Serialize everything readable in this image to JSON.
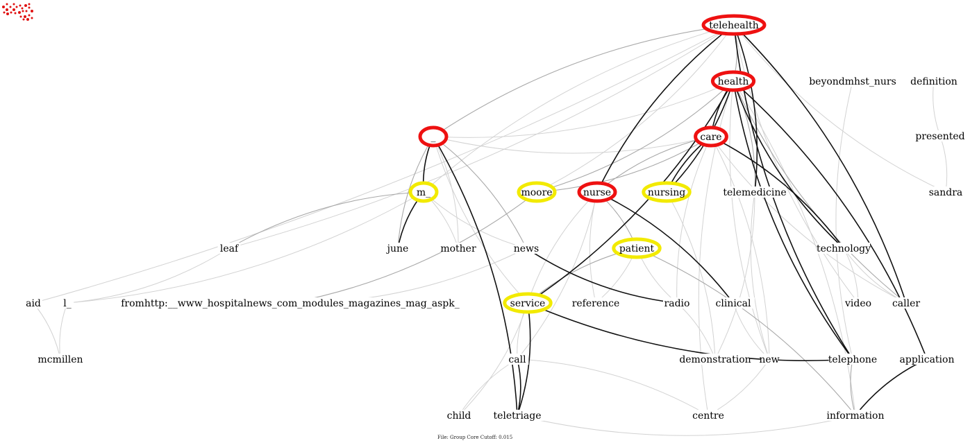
{
  "footer": "File: Group Core    Cutoff: 0.015",
  "colors": {
    "red": "#ee1111",
    "yellow": "#f2ea00",
    "edge_light": "#d2d2d2",
    "edge_mid": "#a8a8a8",
    "edge_dark": "#111111"
  },
  "nodes": [
    {
      "id": "telehealth",
      "label": "telehealth",
      "ring": "red"
    },
    {
      "id": "health",
      "label": "health",
      "ring": "red"
    },
    {
      "id": "beyond",
      "label": "beyondmhst_nurs",
      "ring": ""
    },
    {
      "id": "definition",
      "label": "definition",
      "ring": ""
    },
    {
      "id": "underscore",
      "label": "_",
      "ring": "red"
    },
    {
      "id": "care",
      "label": "care",
      "ring": "red"
    },
    {
      "id": "presented",
      "label": "presented",
      "ring": ""
    },
    {
      "id": "m_",
      "label": "m_",
      "ring": "yellow"
    },
    {
      "id": "moore",
      "label": "moore",
      "ring": "yellow"
    },
    {
      "id": "nurse",
      "label": "nurse",
      "ring": "red"
    },
    {
      "id": "nursing",
      "label": "nursing",
      "ring": "yellow"
    },
    {
      "id": "telemedicine",
      "label": "telemedicine",
      "ring": ""
    },
    {
      "id": "sandra",
      "label": "sandra",
      "ring": ""
    },
    {
      "id": "leaf",
      "label": "leaf",
      "ring": ""
    },
    {
      "id": "june",
      "label": "june",
      "ring": ""
    },
    {
      "id": "mother",
      "label": "mother",
      "ring": ""
    },
    {
      "id": "news",
      "label": "news",
      "ring": ""
    },
    {
      "id": "patient",
      "label": "patient",
      "ring": "yellow"
    },
    {
      "id": "technology",
      "label": "technology",
      "ring": ""
    },
    {
      "id": "aid",
      "label": "aid",
      "ring": ""
    },
    {
      "id": "l_",
      "label": "l_",
      "ring": ""
    },
    {
      "id": "fromhttp",
      "label": "fromhttp:__www_hospitalnews_com_modules_magazines_mag_aspk_",
      "ring": ""
    },
    {
      "id": "service",
      "label": "service",
      "ring": "yellow"
    },
    {
      "id": "reference",
      "label": "reference",
      "ring": ""
    },
    {
      "id": "radio",
      "label": "radio",
      "ring": ""
    },
    {
      "id": "clinical",
      "label": "clinical",
      "ring": ""
    },
    {
      "id": "video",
      "label": "video",
      "ring": ""
    },
    {
      "id": "caller",
      "label": "caller",
      "ring": ""
    },
    {
      "id": "mcmillen",
      "label": "mcmillen",
      "ring": ""
    },
    {
      "id": "call",
      "label": "call",
      "ring": ""
    },
    {
      "id": "demonstration",
      "label": "demonstration",
      "ring": ""
    },
    {
      "id": "new",
      "label": "new",
      "ring": ""
    },
    {
      "id": "telephone",
      "label": "telephone",
      "ring": ""
    },
    {
      "id": "application",
      "label": "application",
      "ring": ""
    },
    {
      "id": "child",
      "label": "child",
      "ring": ""
    },
    {
      "id": "teletriage",
      "label": "teletriage",
      "ring": ""
    },
    {
      "id": "centre",
      "label": "centre",
      "ring": ""
    },
    {
      "id": "information",
      "label": "information",
      "ring": ""
    }
  ],
  "edges": [
    {
      "from": "telehealth",
      "to": "health",
      "weight": "mid"
    },
    {
      "from": "telehealth",
      "to": "underscore",
      "weight": "mid"
    },
    {
      "from": "telehealth",
      "to": "nurse",
      "weight": "dark"
    },
    {
      "from": "telehealth",
      "to": "telemedicine",
      "weight": "dark"
    },
    {
      "from": "telehealth",
      "to": "telephone",
      "weight": "dark"
    },
    {
      "from": "telehealth",
      "to": "caller",
      "weight": "dark"
    },
    {
      "from": "telehealth",
      "to": "moore",
      "weight": "light"
    },
    {
      "from": "telehealth",
      "to": "m_",
      "weight": "light"
    },
    {
      "from": "telehealth",
      "to": "leaf",
      "weight": "light"
    },
    {
      "from": "telehealth",
      "to": "sandra",
      "weight": "light"
    },
    {
      "from": "telehealth",
      "to": "aid",
      "weight": "light"
    },
    {
      "from": "telehealth",
      "to": "video",
      "weight": "light"
    },
    {
      "from": "health",
      "to": "care",
      "weight": "dark"
    },
    {
      "from": "health",
      "to": "service",
      "weight": "dark"
    },
    {
      "from": "health",
      "to": "technology",
      "weight": "dark"
    },
    {
      "from": "health",
      "to": "application",
      "weight": "dark"
    },
    {
      "from": "health",
      "to": "telephone",
      "weight": "dark"
    },
    {
      "from": "health",
      "to": "nursing",
      "weight": "dark"
    },
    {
      "from": "health",
      "to": "moore",
      "weight": "mid"
    },
    {
      "from": "health",
      "to": "caller",
      "weight": "mid"
    },
    {
      "from": "health",
      "to": "telemedicine",
      "weight": "mid"
    },
    {
      "from": "health",
      "to": "underscore",
      "weight": "light"
    },
    {
      "from": "health",
      "to": "new",
      "weight": "light"
    },
    {
      "from": "health",
      "to": "information",
      "weight": "light"
    },
    {
      "from": "health",
      "to": "centre",
      "weight": "light"
    },
    {
      "from": "care",
      "to": "nursing",
      "weight": "dark"
    },
    {
      "from": "care",
      "to": "technology",
      "weight": "dark"
    },
    {
      "from": "care",
      "to": "nurse",
      "weight": "mid"
    },
    {
      "from": "care",
      "to": "moore",
      "weight": "mid"
    },
    {
      "from": "care",
      "to": "underscore",
      "weight": "light"
    },
    {
      "from": "care",
      "to": "caller",
      "weight": "light"
    },
    {
      "from": "care",
      "to": "new",
      "weight": "light"
    },
    {
      "from": "care",
      "to": "radio",
      "weight": "light"
    },
    {
      "from": "underscore",
      "to": "m_",
      "weight": "dark"
    },
    {
      "from": "underscore",
      "to": "teletriage",
      "weight": "dark"
    },
    {
      "from": "underscore",
      "to": "june",
      "weight": "mid"
    },
    {
      "from": "underscore",
      "to": "news",
      "weight": "mid"
    },
    {
      "from": "underscore",
      "to": "mother",
      "weight": "light"
    },
    {
      "from": "underscore",
      "to": "service",
      "weight": "light"
    },
    {
      "from": "m_",
      "to": "june",
      "weight": "dark"
    },
    {
      "from": "m_",
      "to": "leaf",
      "weight": "mid"
    },
    {
      "from": "m_",
      "to": "mother",
      "weight": "light"
    },
    {
      "from": "m_",
      "to": "news",
      "weight": "light"
    },
    {
      "from": "m_",
      "to": "l_",
      "weight": "light"
    },
    {
      "from": "nurse",
      "to": "patient",
      "weight": "mid"
    },
    {
      "from": "nurse",
      "to": "clinical",
      "weight": "dark"
    },
    {
      "from": "nurse",
      "to": "reference",
      "weight": "light"
    },
    {
      "from": "nurse",
      "to": "call",
      "weight": "light"
    },
    {
      "from": "nurse",
      "to": "service",
      "weight": "light"
    },
    {
      "from": "patient",
      "to": "service",
      "weight": "mid"
    },
    {
      "from": "patient",
      "to": "information",
      "weight": "mid"
    },
    {
      "from": "patient",
      "to": "reference",
      "weight": "light"
    },
    {
      "from": "patient",
      "to": "radio",
      "weight": "light"
    },
    {
      "from": "news",
      "to": "radio",
      "weight": "dark"
    },
    {
      "from": "news",
      "to": "fromhttp",
      "weight": "light"
    },
    {
      "from": "service",
      "to": "teletriage",
      "weight": "dark"
    },
    {
      "from": "service",
      "to": "telephone",
      "weight": "dark"
    },
    {
      "from": "service",
      "to": "call",
      "weight": "light"
    },
    {
      "from": "service",
      "to": "child",
      "weight": "light"
    },
    {
      "from": "call",
      "to": "teletriage",
      "weight": "dark"
    },
    {
      "from": "call",
      "to": "child",
      "weight": "light"
    },
    {
      "from": "call",
      "to": "centre",
      "weight": "light"
    },
    {
      "from": "teletriage",
      "to": "information",
      "weight": "light"
    },
    {
      "from": "technology",
      "to": "video",
      "weight": "light"
    },
    {
      "from": "technology",
      "to": "caller",
      "weight": "light"
    },
    {
      "from": "telephone",
      "to": "information",
      "weight": "mid"
    },
    {
      "from": "application",
      "to": "information",
      "weight": "dark"
    },
    {
      "from": "aid",
      "to": "mcmillen",
      "weight": "light"
    },
    {
      "from": "l_",
      "to": "mcmillen",
      "weight": "light"
    },
    {
      "from": "leaf",
      "to": "l_",
      "weight": "light"
    },
    {
      "from": "definition",
      "to": "presented",
      "weight": "light"
    },
    {
      "from": "presented",
      "to": "sandra",
      "weight": "light"
    },
    {
      "from": "beyond",
      "to": "telephone",
      "weight": "light"
    },
    {
      "from": "radio",
      "to": "demonstration",
      "weight": "light"
    },
    {
      "from": "clinical",
      "to": "new",
      "weight": "light"
    },
    {
      "from": "telemedicine",
      "to": "demonstration",
      "weight": "light"
    },
    {
      "from": "telemedicine",
      "to": "new",
      "weight": "light"
    },
    {
      "from": "moore",
      "to": "fromhttp",
      "weight": "mid"
    },
    {
      "from": "nursing",
      "to": "demonstration",
      "weight": "light"
    },
    {
      "from": "centre",
      "to": "new",
      "weight": "light"
    }
  ]
}
